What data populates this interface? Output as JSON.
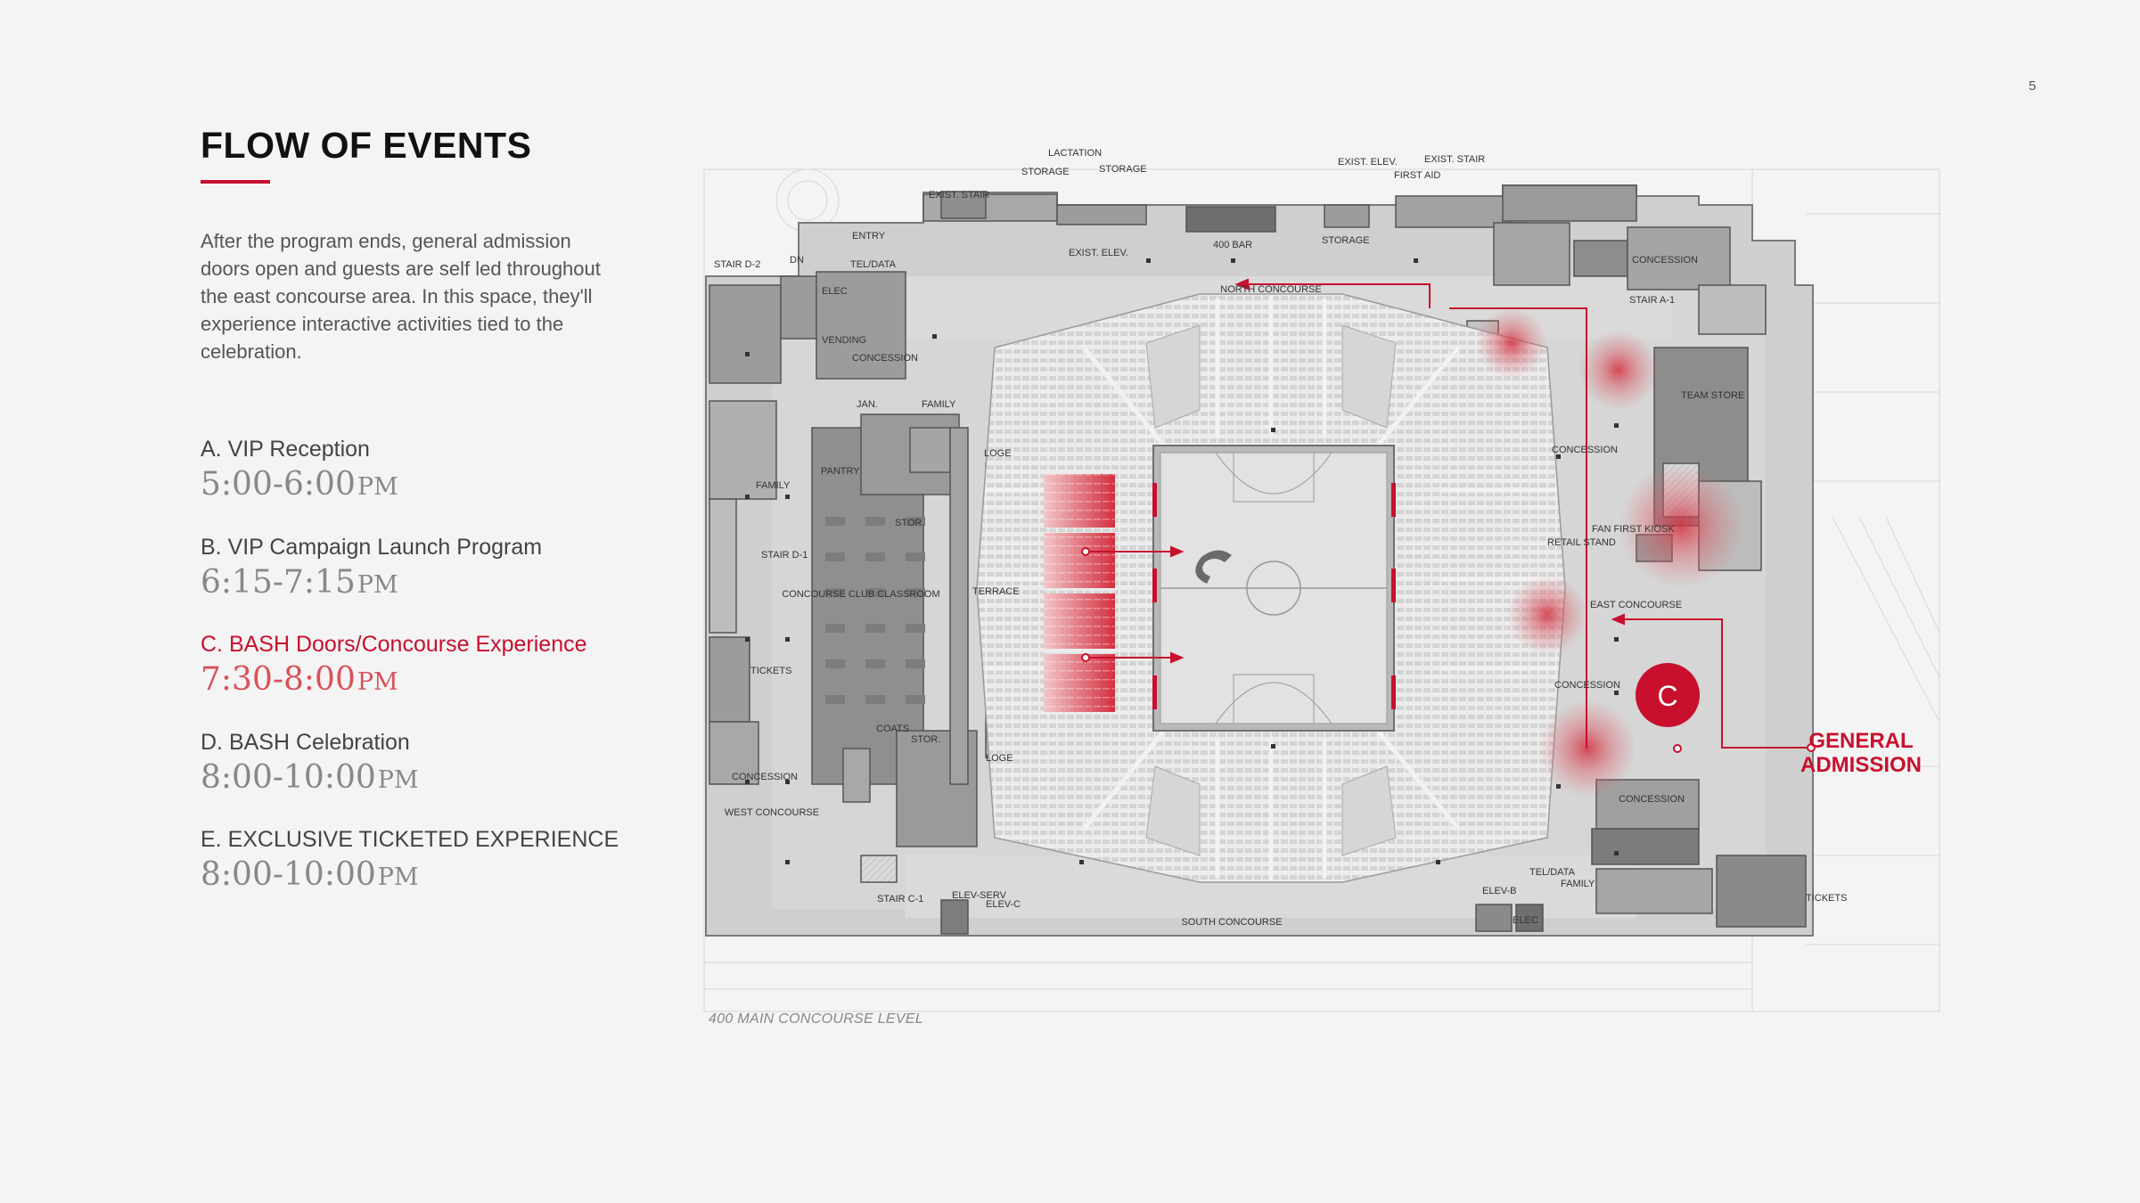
{
  "page": {
    "number": "5",
    "title": "FLOW OF EVENTS",
    "intro": "After the program ends, general admission doors open and guests are self led throughout the east concourse area. In this space, they'll experience interactive activities tied to the celebration."
  },
  "events": [
    {
      "name": "A. VIP Reception",
      "time": "5:00-6:00",
      "ampm": "PM",
      "active": false
    },
    {
      "name": "B. VIP Campaign Launch Program",
      "time": "6:15-7:15",
      "ampm": "PM",
      "active": false
    },
    {
      "name": "C. BASH Doors/Concourse Experience",
      "time": "7:30-8:00",
      "ampm": "PM",
      "active": true
    },
    {
      "name": "D. BASH Celebration",
      "time": "8:00-10:00",
      "ampm": "PM",
      "active": false
    },
    {
      "name": "E. EXCLUSIVE TICKETED EXPERIENCE",
      "time": "8:00-10:00",
      "ampm": "PM",
      "active": false
    }
  ],
  "map": {
    "caption": "400 MAIN CONCOURSE LEVEL",
    "marker_letter": "C",
    "entrance_label_line1": "GENERAL",
    "entrance_label_line2": "ADMISSION",
    "labels": {
      "lactation": "LACTATION",
      "storage_a": "STORAGE",
      "storage_b": "STORAGE",
      "exist_stair_n": "EXIST. STAIR",
      "exist_elev_ne": "EXIST. ELEV.",
      "exist_stair_ne": "EXIST. STAIR",
      "first_aid": "FIRST AID",
      "entry": "ENTRY",
      "stair_d2": "STAIR D-2",
      "dn": "DN",
      "tel_data_nw": "TEL/DATA",
      "exist_elev_n": "EXIST. ELEV.",
      "bar_400": "400 BAR",
      "storage_n": "STORAGE",
      "north_concourse": "NORTH CONCOURSE",
      "elec": "ELEC",
      "vending": "VENDING",
      "concession_nw": "CONCESSION",
      "concession_ne": "CONCESSION",
      "stair_a1": "STAIR A-1",
      "team_store": "TEAM STORE",
      "jan": "JAN.",
      "family_n": "FAMILY",
      "loge_n": "LOGE",
      "pantry": "PANTRY",
      "family_w": "FAMILY",
      "stor_n": "STOR.",
      "stair_d1": "STAIR D-1",
      "concourse_club": "CONCOURSE CLUB CLASSROOM",
      "terrace": "TERRACE",
      "concession_e1": "CONCESSION",
      "fan_first_kiosk": "FAN FIRST KIOSK",
      "retail_stand": "RETAIL STAND",
      "east_concourse": "EAST CONCOURSE",
      "tickets_w": "TICKETS",
      "concession_e2": "CONCESSION",
      "coats": "COATS",
      "stor_s": "STOR.",
      "loge_s": "LOGE",
      "concession_sw": "CONCESSION",
      "west_concourse": "WEST CONCOURSE",
      "concession_se": "CONCESSION",
      "tel_data_se": "TEL/DATA",
      "family_se": "FAMILY",
      "elev_b": "ELEV-B",
      "elec_s": "ELEC",
      "tickets_e": "TICKETS",
      "stair_c1": "STAIR C-1",
      "elev_serv": "ELEV-SERV",
      "elev_c": "ELEV-C",
      "south_concourse": "SOUTH CONCOURSE"
    }
  },
  "colors": {
    "accent": "#c8102e",
    "title": "#111111",
    "body_text": "#555555",
    "muted_time": "#888888",
    "active_time": "#d8525a",
    "background": "#f4f4f4"
  }
}
